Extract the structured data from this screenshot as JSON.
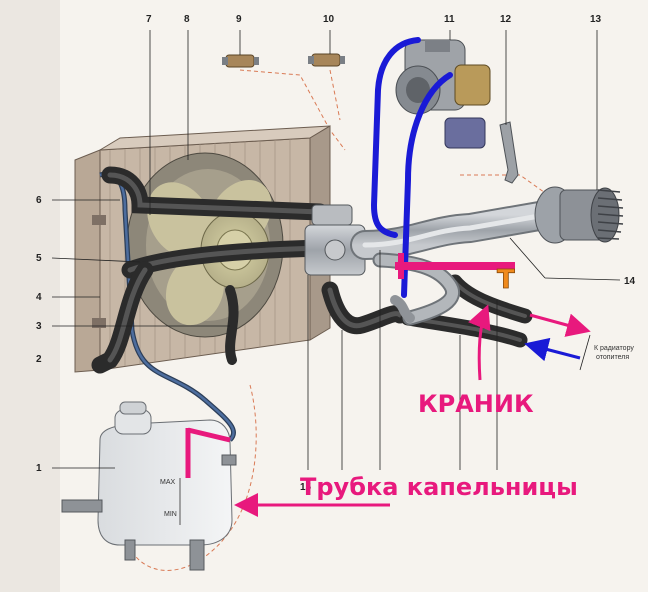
{
  "colors": {
    "accent_magenta": "#e8197d",
    "hose_blue": "#1a1ad6",
    "hose_black": "#2b2b2b",
    "metal_grey": "#a9adb2",
    "page_bg": "#f6f3ee"
  },
  "callouts": {
    "n1": "1",
    "n2": "2",
    "n3": "3",
    "n4": "4",
    "n5": "5",
    "n6": "6",
    "n7": "7",
    "n8": "8",
    "n9": "9",
    "n10": "10",
    "n11": "11",
    "n12": "12",
    "n13": "13",
    "n14": "14",
    "n15": "15"
  },
  "tank_labels": {
    "max": "MAX",
    "min": "MIN"
  },
  "right_note": {
    "line1": "К радиатору",
    "line2": "отопителя"
  },
  "annotations": {
    "valve_label": "КРАНИК",
    "valve_symbol": "T",
    "drip_tube_label": "Трубка капельницы"
  }
}
